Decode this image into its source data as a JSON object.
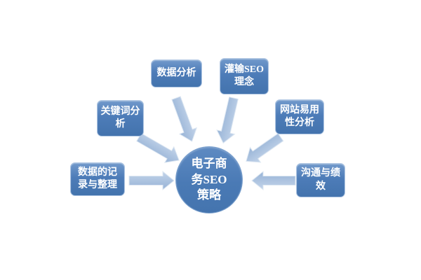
{
  "diagram": {
    "center_node": {
      "label": "电子商务SEO策略",
      "lines": [
        "电子商",
        "务SEO",
        "策略"
      ]
    },
    "nodes": [
      {
        "id": "data-record",
        "label": "数据的记录与整理"
      },
      {
        "id": "keyword-analysis",
        "label": "关键词分析"
      },
      {
        "id": "data-analysis",
        "label": "数据分析"
      },
      {
        "id": "seo-concept",
        "label": "灌输SEO理念"
      },
      {
        "id": "usability-analysis",
        "label": "网站易用性分析"
      },
      {
        "id": "communication-performance",
        "label": "沟通与绩效"
      }
    ],
    "edges": [
      {
        "from": "data-record",
        "to": "center"
      },
      {
        "from": "keyword-analysis",
        "to": "center"
      },
      {
        "from": "data-analysis",
        "to": "center"
      },
      {
        "from": "seo-concept",
        "to": "center"
      },
      {
        "from": "usability-analysis",
        "to": "center"
      },
      {
        "from": "communication-performance",
        "to": "center"
      }
    ],
    "colors": {
      "node_fill": "#4a7ab5",
      "arrow_fill": "#a4bedd",
      "text": "#ffffff",
      "background": "#ffffff"
    }
  }
}
